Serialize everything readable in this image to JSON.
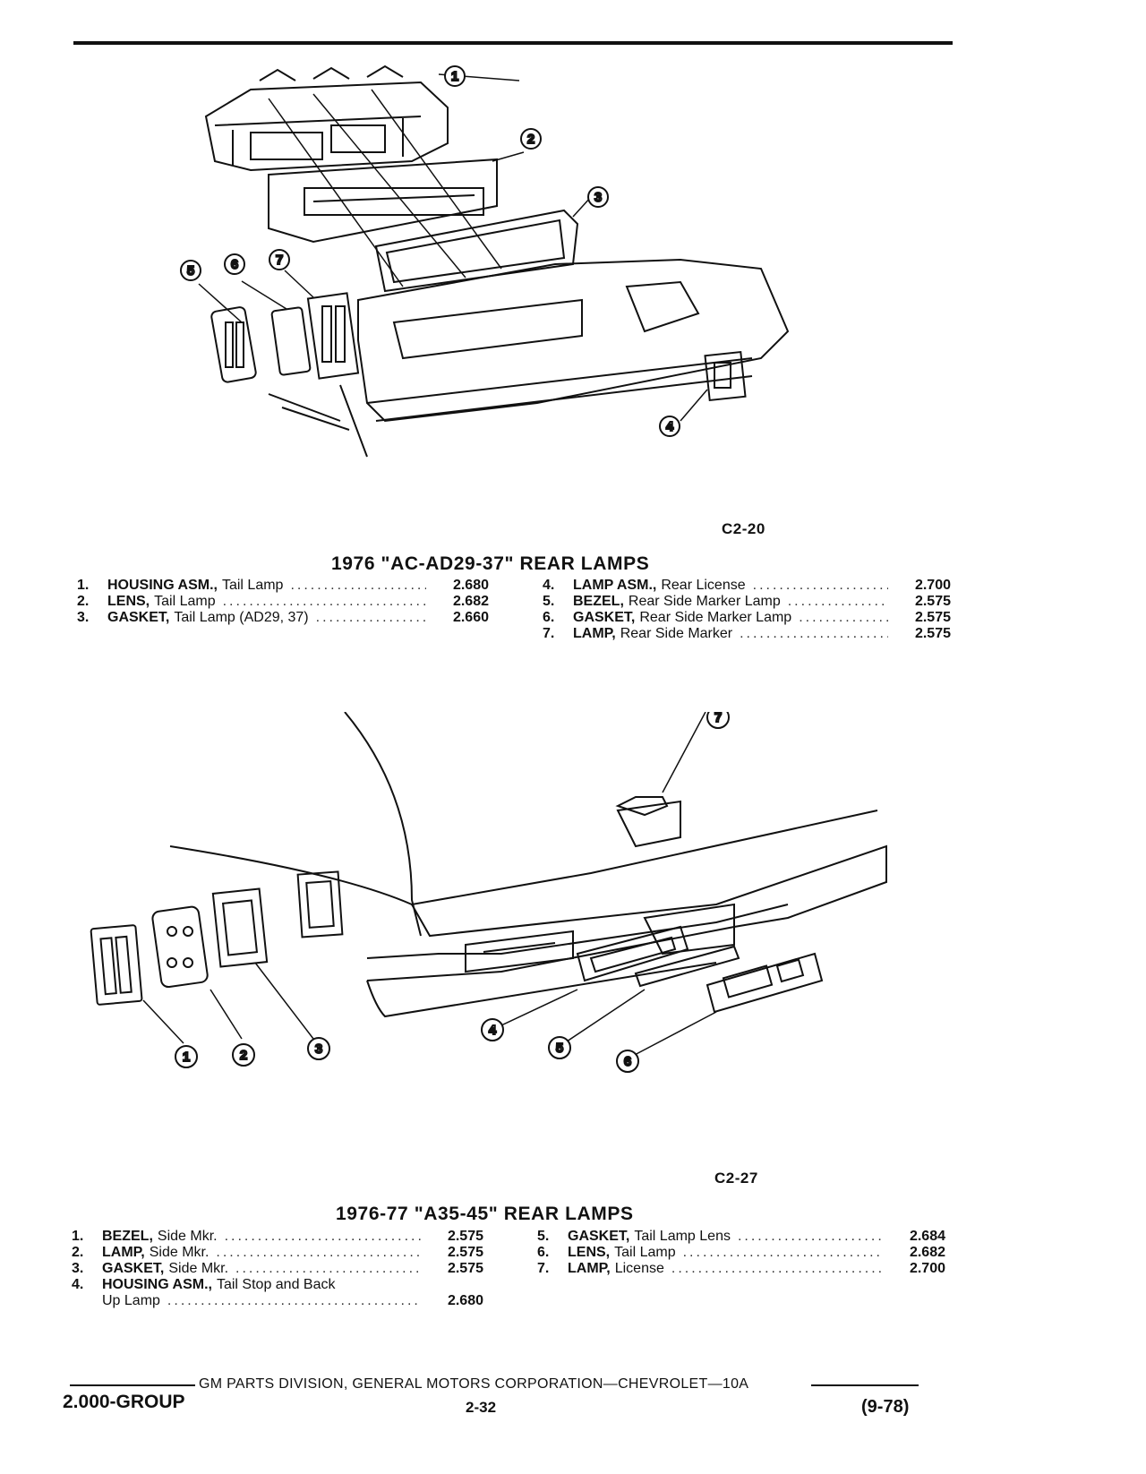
{
  "sections": [
    {
      "fig_code": "C2-20",
      "title": "1976 \"AC-AD29-37\" REAR LAMPS",
      "parts_left": [
        {
          "num": "1.",
          "name": "HOUSING ASM.,",
          "desc": "Tail Lamp",
          "code": "2.680"
        },
        {
          "num": "2.",
          "name": "LENS,",
          "desc": "Tail Lamp",
          "code": "2.682"
        },
        {
          "num": "3.",
          "name": "GASKET,",
          "desc": "Tail Lamp (AD29, 37)",
          "code": "2.660"
        }
      ],
      "parts_right": [
        {
          "num": "4.",
          "name": "LAMP ASM.,",
          "desc": "Rear License",
          "code": "2.700"
        },
        {
          "num": "5.",
          "name": "BEZEL,",
          "desc": "Rear Side Marker Lamp",
          "code": "2.575"
        },
        {
          "num": "6.",
          "name": "GASKET,",
          "desc": "Rear Side Marker Lamp",
          "code": "2.575"
        },
        {
          "num": "7.",
          "name": "LAMP,",
          "desc": "Rear Side Marker",
          "code": "2.575"
        }
      ],
      "callouts": [
        "1",
        "2",
        "3",
        "4",
        "5",
        "6",
        "7"
      ]
    },
    {
      "fig_code": "C2-27",
      "title": "1976-77 \"A35-45\" REAR LAMPS",
      "parts_left": [
        {
          "num": "1.",
          "name": "BEZEL,",
          "desc": "Side Mkr.",
          "code": "2.575"
        },
        {
          "num": "2.",
          "name": "LAMP,",
          "desc": "Side Mkr.",
          "code": "2.575"
        },
        {
          "num": "3.",
          "name": "GASKET,",
          "desc": "Side Mkr.",
          "code": "2.575"
        },
        {
          "num": "4.",
          "name": "HOUSING ASM.,",
          "desc": "Tail Stop and Back",
          "desc_cont": "Up Lamp",
          "code": "2.680"
        }
      ],
      "parts_right": [
        {
          "num": "5.",
          "name": "GASKET,",
          "desc": "Tail Lamp Lens",
          "code": "2.684"
        },
        {
          "num": "6.",
          "name": "LENS,",
          "desc": "Tail Lamp",
          "code": "2.682"
        },
        {
          "num": "7.",
          "name": "LAMP,",
          "desc": "License",
          "code": "2.700"
        }
      ],
      "callouts": [
        "1",
        "2",
        "3",
        "4",
        "5",
        "6",
        "7"
      ]
    }
  ],
  "footer": {
    "division": "GM PARTS DIVISION, GENERAL MOTORS CORPORATION—CHEVROLET—10A",
    "group": "2.000-GROUP",
    "page": "2-32",
    "date": "(9-78)"
  }
}
